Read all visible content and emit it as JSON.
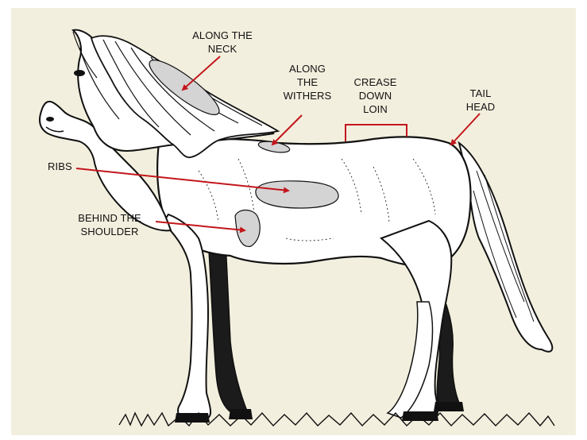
{
  "colors": {
    "background": "#f3efde",
    "arrow": "#c3161c",
    "region_fill": "#d4d4d4",
    "outline": "#111111",
    "body_fill": "#ffffff"
  },
  "labels": {
    "neck": [
      "ALONG THE",
      "NECK"
    ],
    "withers": [
      "ALONG",
      "THE",
      "WITHERS"
    ],
    "loin": [
      "CREASE",
      "DOWN",
      "LOIN"
    ],
    "tailhead": [
      "TAIL",
      "HEAD"
    ],
    "ribs": [
      "RIBS"
    ],
    "shoulder": [
      "BEHIND THE",
      "SHOULDER"
    ]
  }
}
